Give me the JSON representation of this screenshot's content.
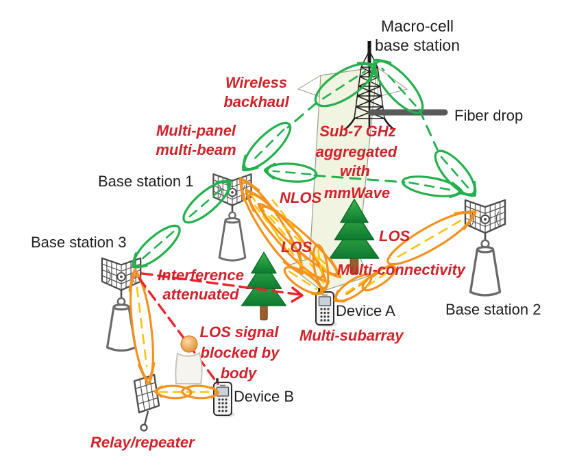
{
  "diagram": {
    "title_hint": "mmWave multi-connectivity network diagram",
    "labels": {
      "macro_line1": "Macro-cell",
      "macro_line2": "base station",
      "fiber_drop": "Fiber drop",
      "wireless_backhaul_line1": "Wireless",
      "wireless_backhaul_line2": "backhaul",
      "multi_panel_line1": "Multi-panel",
      "multi_panel_line2": "multi-beam",
      "sub7_line1": "Sub-7 GHz",
      "sub7_line2": "aggregated",
      "sub7_line3": "with",
      "sub7_line4": "mmWave",
      "nlos": "NLOS",
      "los_left": "LOS",
      "los_right": "LOS",
      "base_station_1": "Base station 1",
      "base_station_2": "Base station 2",
      "base_station_3": "Base station 3",
      "interference_line1": "Interference",
      "interference_line2": "attenuated",
      "multi_connectivity": "Multi-connectivity",
      "multi_subarray": "Multi-subarray",
      "blocked_line1": "LOS signal",
      "blocked_line2": "blocked by",
      "blocked_line3": "body",
      "device_a": "Device A",
      "device_b": "Device B",
      "relay_repeater": "Relay/repeater"
    },
    "colors": {
      "beam_green": "#22b14c",
      "beam_orange": "#f5911e",
      "dash_yellow": "#ffc20e",
      "alert_red": "#ee2228",
      "label_red": "#d0222a",
      "label_black": "#1f1f1f",
      "icon_gray": "#4d4d4d",
      "band_fill": "#f1f4e0",
      "band_stroke": "#9b9b85"
    },
    "icons": {
      "macro_tower": "lattice-tower-icon",
      "fiber": "fiber-drop-bar",
      "panel_antenna": "panel-antenna-icon",
      "pedestal": "cone-pedestal-icon",
      "relay": "relay-panel-icon",
      "phone": "phone-icon",
      "person": "person-icon",
      "tree": "tree-icon",
      "beam": "beam-ellipse-icon"
    }
  }
}
